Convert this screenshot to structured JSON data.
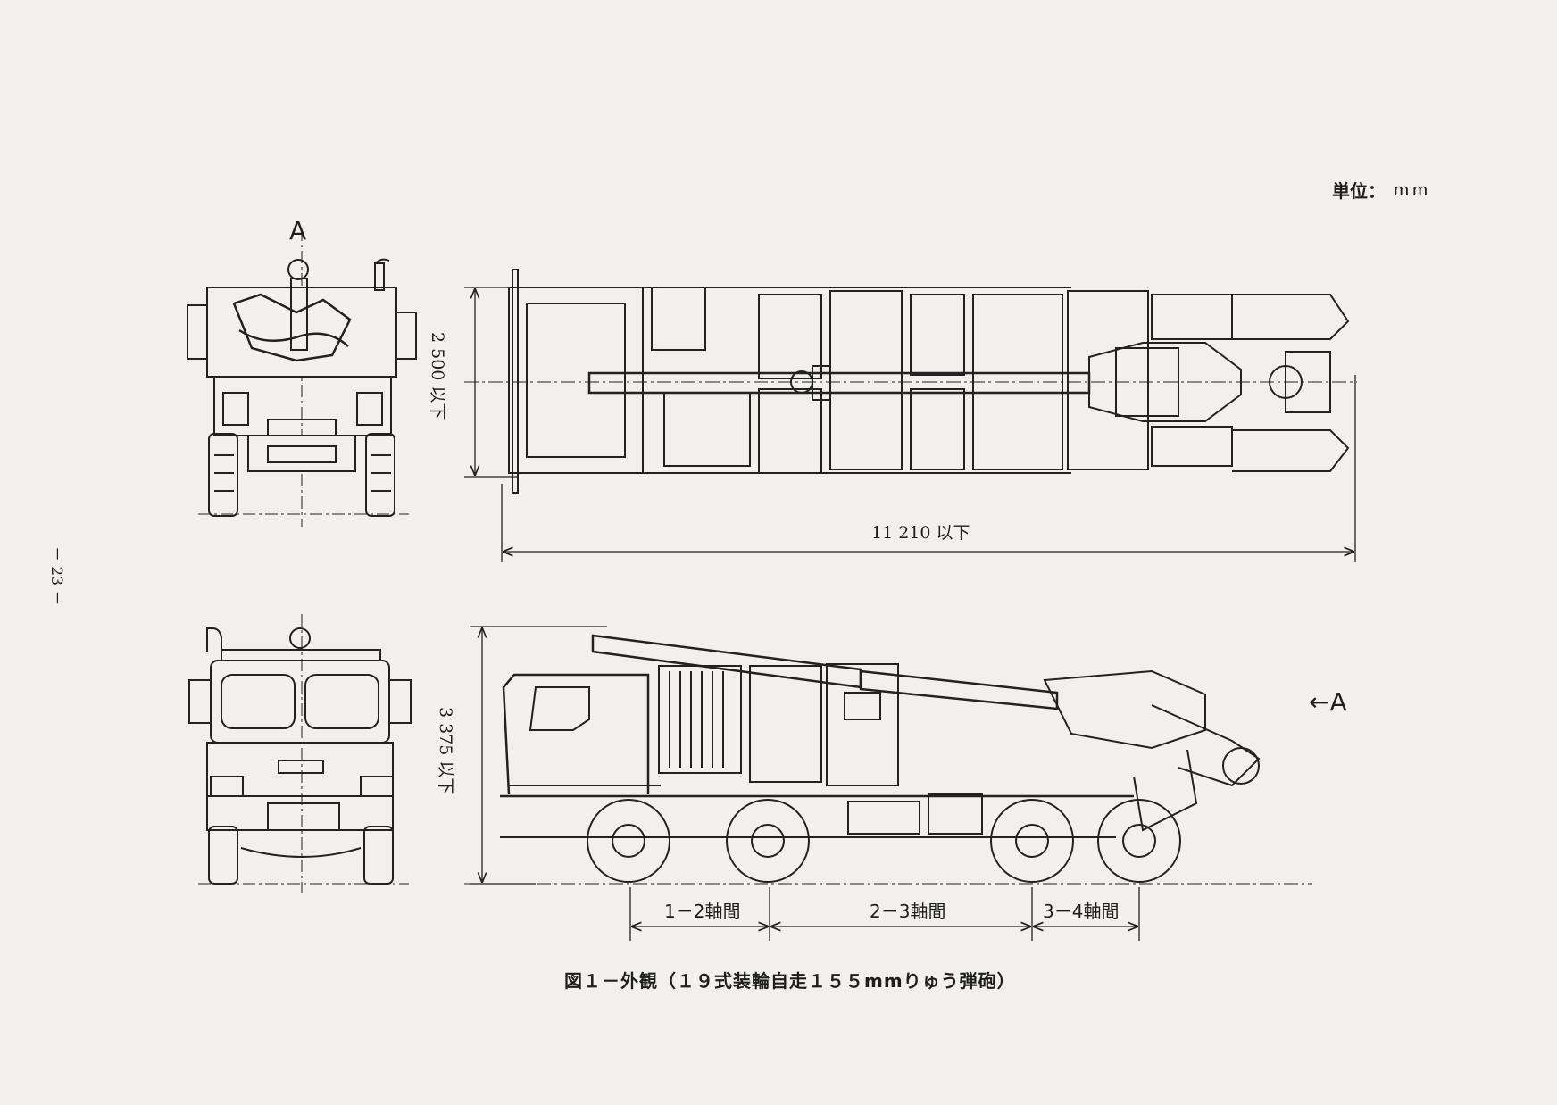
{
  "document": {
    "unit_label": "単位：",
    "unit_value": "mm",
    "page_number": "－ 23 －",
    "figure_caption": "図１－外観（１９式装輪自走１５５mmりゅう弾砲）"
  },
  "diagram": {
    "view_marker_top": "A",
    "view_marker_side": "←A",
    "width_dimension": "2 500 以下",
    "height_dimension": "3 375 以下",
    "length_dimension": "11 210 以下",
    "axle_spacing_12": "1－2軸間",
    "axle_spacing_23": "2－3軸間",
    "axle_spacing_34": "3－4軸間"
  }
}
